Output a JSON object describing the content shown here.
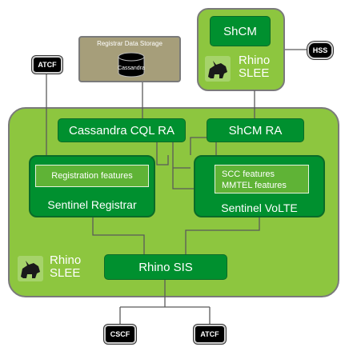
{
  "diagram": {
    "registrar_storage": {
      "title": "Registrar Data Storage",
      "db_label": "Cassandra"
    },
    "shcm_slee": {
      "shcm_label": "ShCM",
      "rhino_name": "Rhino",
      "slee_name": "SLEE"
    },
    "main_slee": {
      "rhino_name": "Rhino",
      "slee_name": "SLEE"
    },
    "cassandra_cql_ra": "Cassandra CQL RA",
    "shcm_ra": "ShCM RA",
    "sentinel_registrar": {
      "features": "Registration features",
      "label": "Sentinel Registrar"
    },
    "sentinel_volte": {
      "features_line1": "SCC features",
      "features_line2": "MMTEL features",
      "label": "Sentinel VoLTE"
    },
    "rhino_sis": "Rhino SIS",
    "external": {
      "atcf_top": "ATCF",
      "hss": "HSS",
      "cscf": "CSCF",
      "atcf_bottom": "ATCF"
    }
  },
  "colors": {
    "slee_green": "#8dc63f",
    "component_green": "#00902f",
    "feature_green": "#5fb336",
    "storage_tan": "#a69e7a",
    "wire": "#5a5a5a"
  }
}
